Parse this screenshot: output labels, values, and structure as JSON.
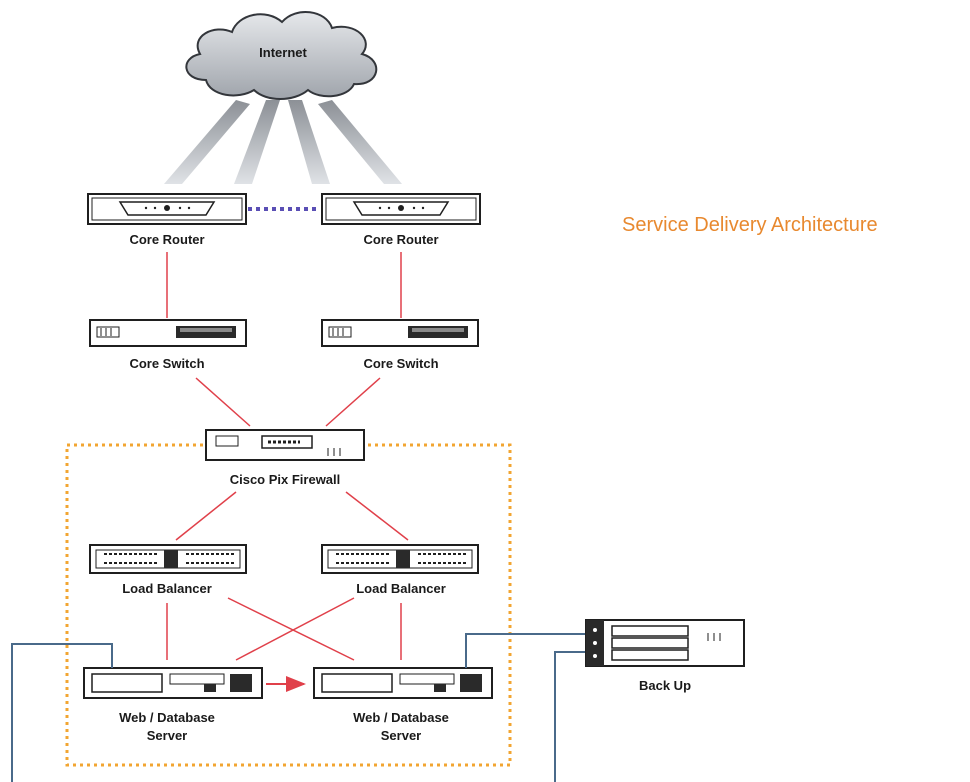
{
  "title": "Service Delivery Architecture",
  "cloud_label": "Internet",
  "nodes": {
    "core_router_left": "Core Router",
    "core_router_right": "Core Router",
    "core_switch_left": "Core Switch",
    "core_switch_right": "Core Switch",
    "firewall": "Cisco Pix Firewall",
    "load_balancer_left": "Load Balancer",
    "load_balancer_right": "Load Balancer",
    "server_left_line1": "Web / Database",
    "server_left_line2": "Server",
    "server_right_line1": "Web / Database",
    "server_right_line2": "Server",
    "backup": "Back Up"
  },
  "colors": {
    "title": "#e8892f",
    "link": "#e0404a",
    "security_zone": "#f2a531",
    "redundancy_link": "#5a4fb5",
    "backup_cable": "#4a6a8a",
    "cloud": "#bfc3c9"
  }
}
